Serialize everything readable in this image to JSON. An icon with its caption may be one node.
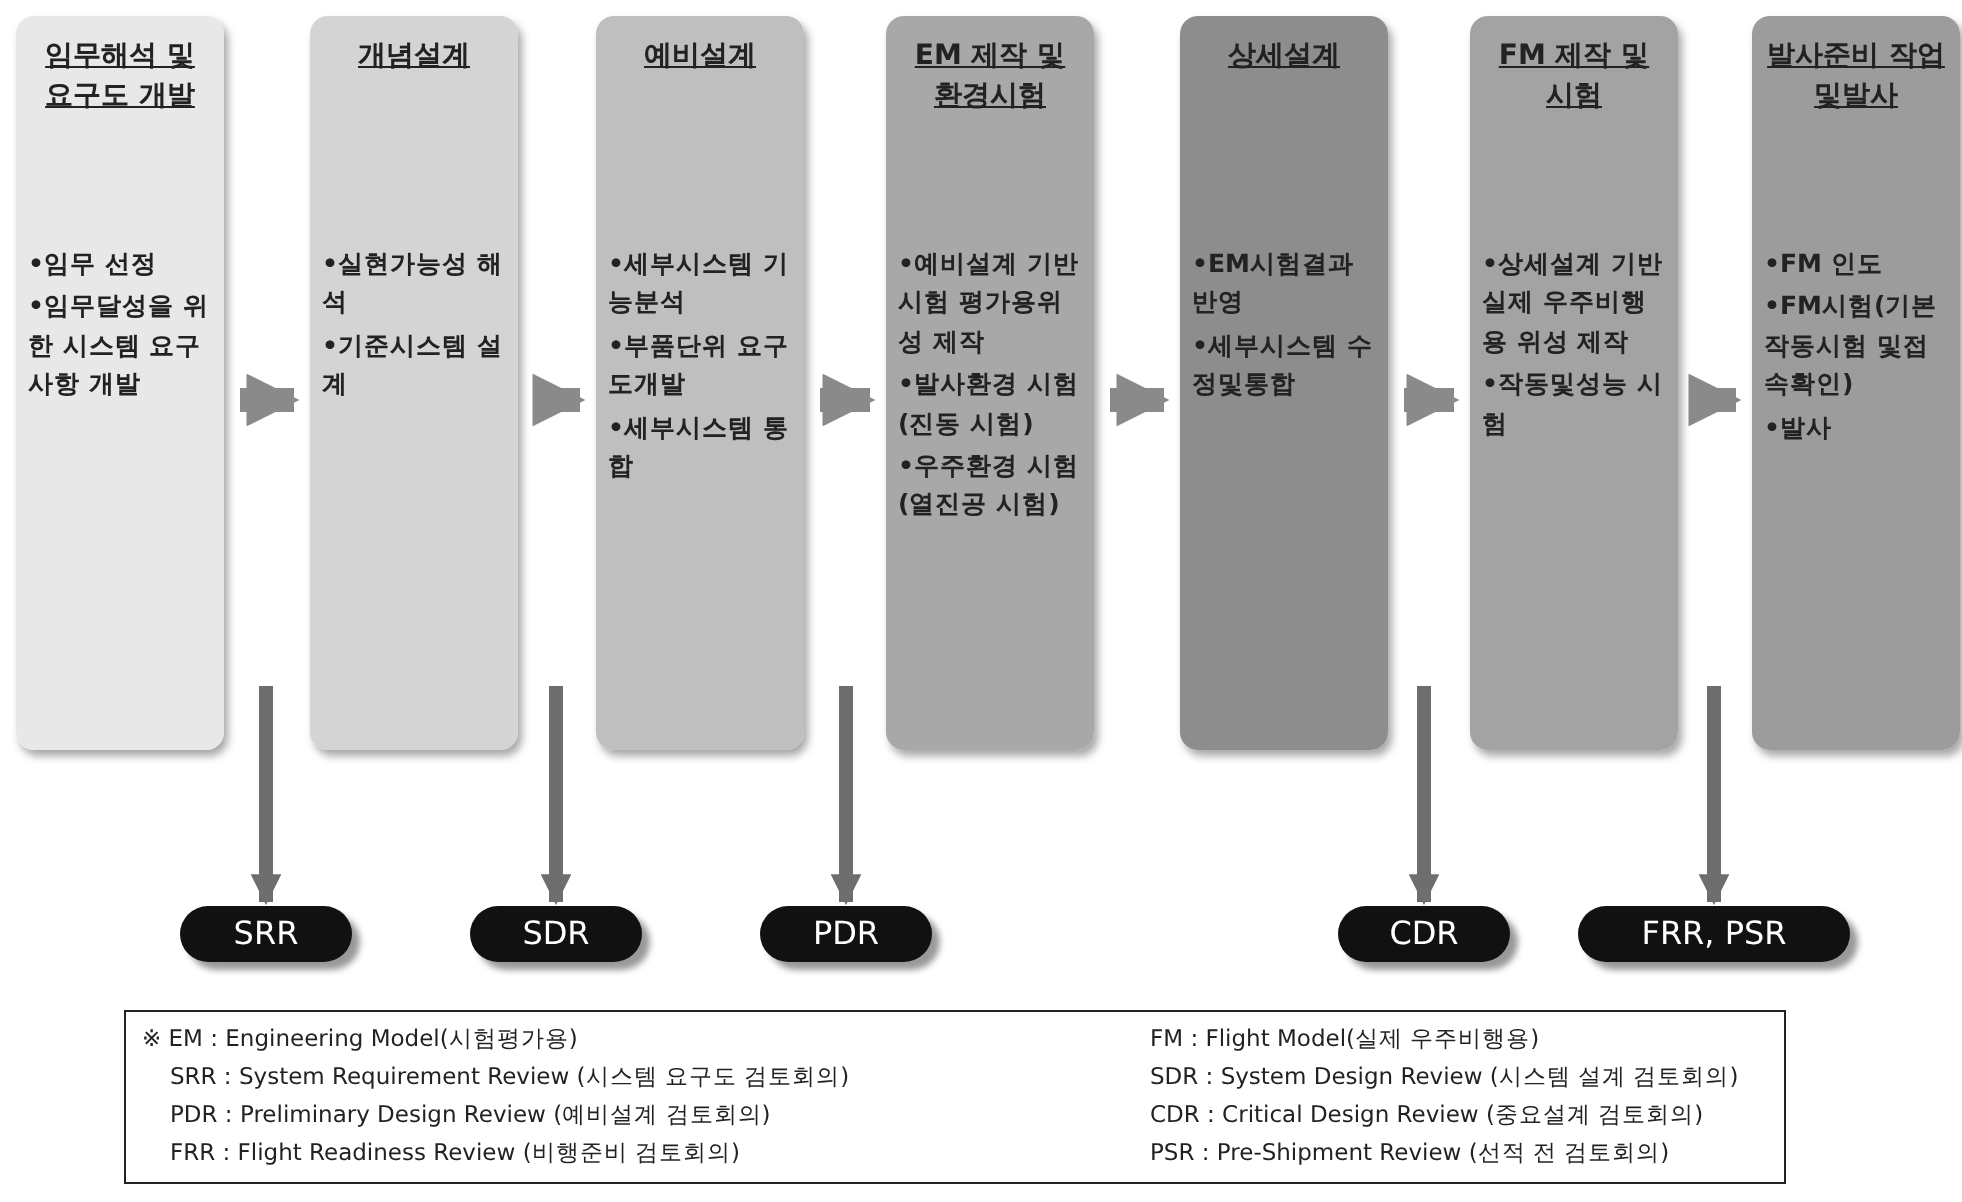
{
  "diagram": {
    "nodes": [
      {
        "text": [
          "임무해석 및 요구도 개발",
          "•임무 선정",
          "•임무달성을 위한 시스템 요구사항 개발"
        ]
      },
      {
        "text": [
          "개념설계",
          "•실현가능성 해석",
          "•기준시스템 설계"
        ]
      },
      {
        "text": [
          "예비설계",
          "•세부시스템 기능분석",
          "•부품단위 요구도개발",
          "•세부시스템 통합"
        ]
      },
      {
        "text": [
          "EM 제작 및 환경시험",
          "•예비설계 기반 시험 평가용위성 제작",
          "•발사환경 시험(진동 시험)",
          "•우주환경 시험(열진공 시험)"
        ]
      },
      {
        "text": [
          "상세설계",
          "•EM시험결과 반영",
          "•세부시스템 수정및통합"
        ]
      },
      {
        "text": [
          "FM 제작 및 시험",
          "•상세설계 기반 실제 우주비행용 위성 제작",
          "•작동및성능 시험"
        ]
      },
      {
        "text": [
          "발사준비 작업및발사",
          "•FM 인도",
          "•FM시험(기본 작동시험 및접속확인)",
          "•발사"
        ]
      },
      {
        "text": [
          "SRR"
        ]
      },
      {
        "text": [
          "SDR"
        ]
      },
      {
        "text": [
          "PDR"
        ]
      },
      {
        "text": [
          "CDR"
        ]
      },
      {
        "text": [
          "FRR, PSR"
        ]
      }
    ],
    "edges": [
      {
        "from": 0,
        "to": 1,
        "arrow": "to"
      },
      {
        "from": 1,
        "to": 2,
        "arrow": "to"
      },
      {
        "from": 2,
        "to": 3,
        "arrow": "to"
      },
      {
        "from": 3,
        "to": 4,
        "arrow": "to"
      },
      {
        "from": 4,
        "to": 5,
        "arrow": "to"
      },
      {
        "from": 5,
        "to": 6,
        "arrow": "to"
      },
      {
        "from": null,
        "to": 7,
        "arrow": "to"
      },
      {
        "from": null,
        "to": 8,
        "arrow": "to"
      },
      {
        "from": null,
        "to": 9,
        "arrow": "to"
      },
      {
        "from": null,
        "to": 10,
        "arrow": "to"
      },
      {
        "from": null,
        "to": 11,
        "arrow": "to"
      }
    ],
    "labels": [
      "※ EM : Engineering Model(시험평가용)",
      "FM : Flight Model(실제 우주비행용)",
      "SRR : System Requirement Review (시스템 요구도 검토회의)",
      "SDR : System Design Review (시스템 설계 검토회의)",
      "PDR : Preliminary Design Review (예비설계 검토회의)",
      "CDR : Critical Design Review (중요설계 검토회의)",
      "FRR : Flight Readiness Review (비행준비 검토회의)",
      "PSR : Pre-Shipment Review (선적 전 검토회의)"
    ]
  }
}
